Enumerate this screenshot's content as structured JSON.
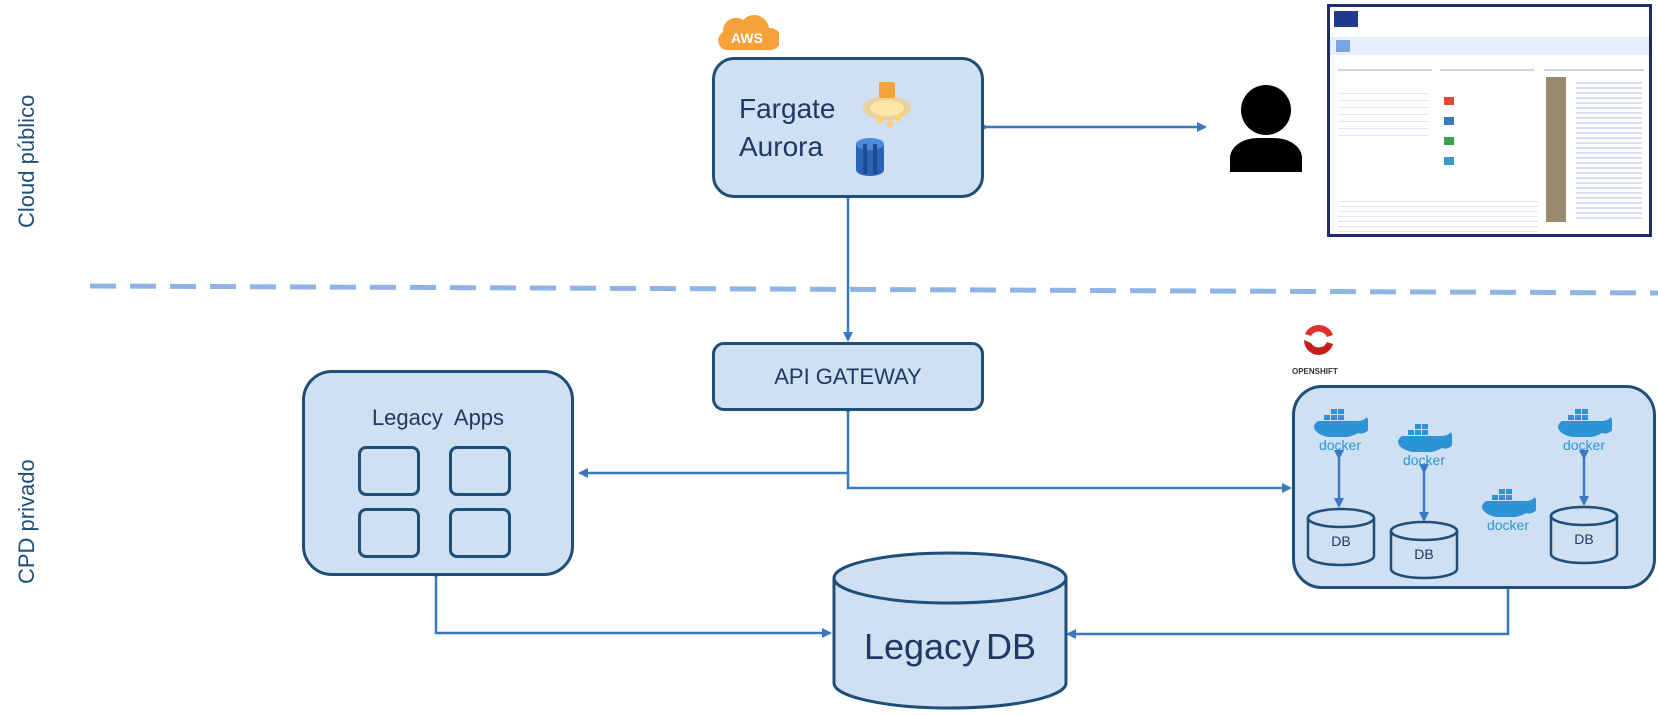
{
  "zones": {
    "public_label": "Cloud público",
    "private_label": "CPD privado"
  },
  "aws": {
    "badge": "AWS",
    "line1": "Fargate",
    "line2": "Aurora"
  },
  "gateway": {
    "label": "API GATEWAY"
  },
  "legacy_apps": {
    "label": "Legacy  Apps"
  },
  "legacy_db": {
    "word1": "Legacy",
    "word2": "DB"
  },
  "openshift": {
    "label": "OPENSHIFT"
  },
  "containers": {
    "docker_label": "docker",
    "db_label": "DB"
  },
  "colors": {
    "box_fill": "#cfe0f3",
    "box_border": "#1f4e79",
    "arrow": "#3a78c0",
    "dashed_divider": "#8fb4e3",
    "aws_orange": "#f7a13a",
    "openshift_red": "#e03030",
    "docker_blue": "#2d93d7"
  },
  "icons": [
    "aws-cloud-icon",
    "fargate-icon",
    "aurora-icon",
    "user-icon",
    "openshift-icon",
    "docker-icon"
  ]
}
